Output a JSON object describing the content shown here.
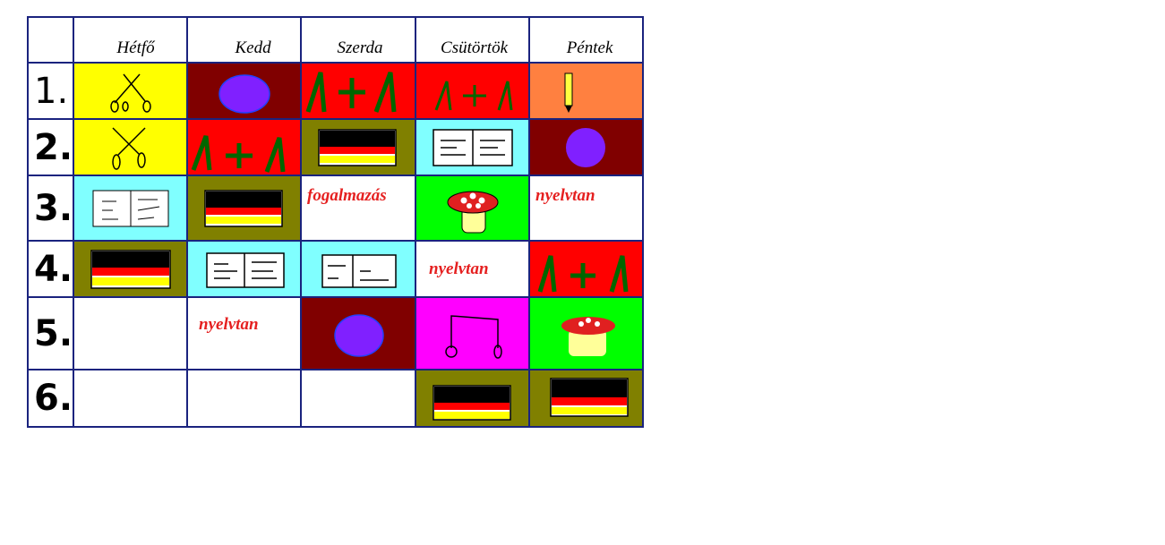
{
  "days": [
    "Hétfő",
    "Kedd",
    "Szerda",
    "Csütörtök",
    "Péntek"
  ],
  "periods": [
    "1.",
    "2.",
    "3.",
    "4.",
    "5.",
    "6."
  ],
  "subjects": {
    "hungarian_grammar": "nyelvtan",
    "composition": "fogalmazás"
  },
  "icons": {
    "scissors": "scissors-icon",
    "ball": "ball-icon",
    "math": "math-one-plus-one-icon",
    "pencil": "pencil-icon",
    "flag": "german-flag-icon",
    "book": "open-book-icon",
    "mushroom": "mushroom-icon",
    "music": "music-note-icon"
  },
  "colors": {
    "grid": "#1a237e",
    "yellow": "#ffff00",
    "maroon": "#800000",
    "red": "#ff0000",
    "orange": "#ff8040",
    "olive": "#808000",
    "cyan": "#80ffff",
    "green": "#00ff00",
    "magenta": "#ff00ff",
    "text_red": "#e52020"
  }
}
